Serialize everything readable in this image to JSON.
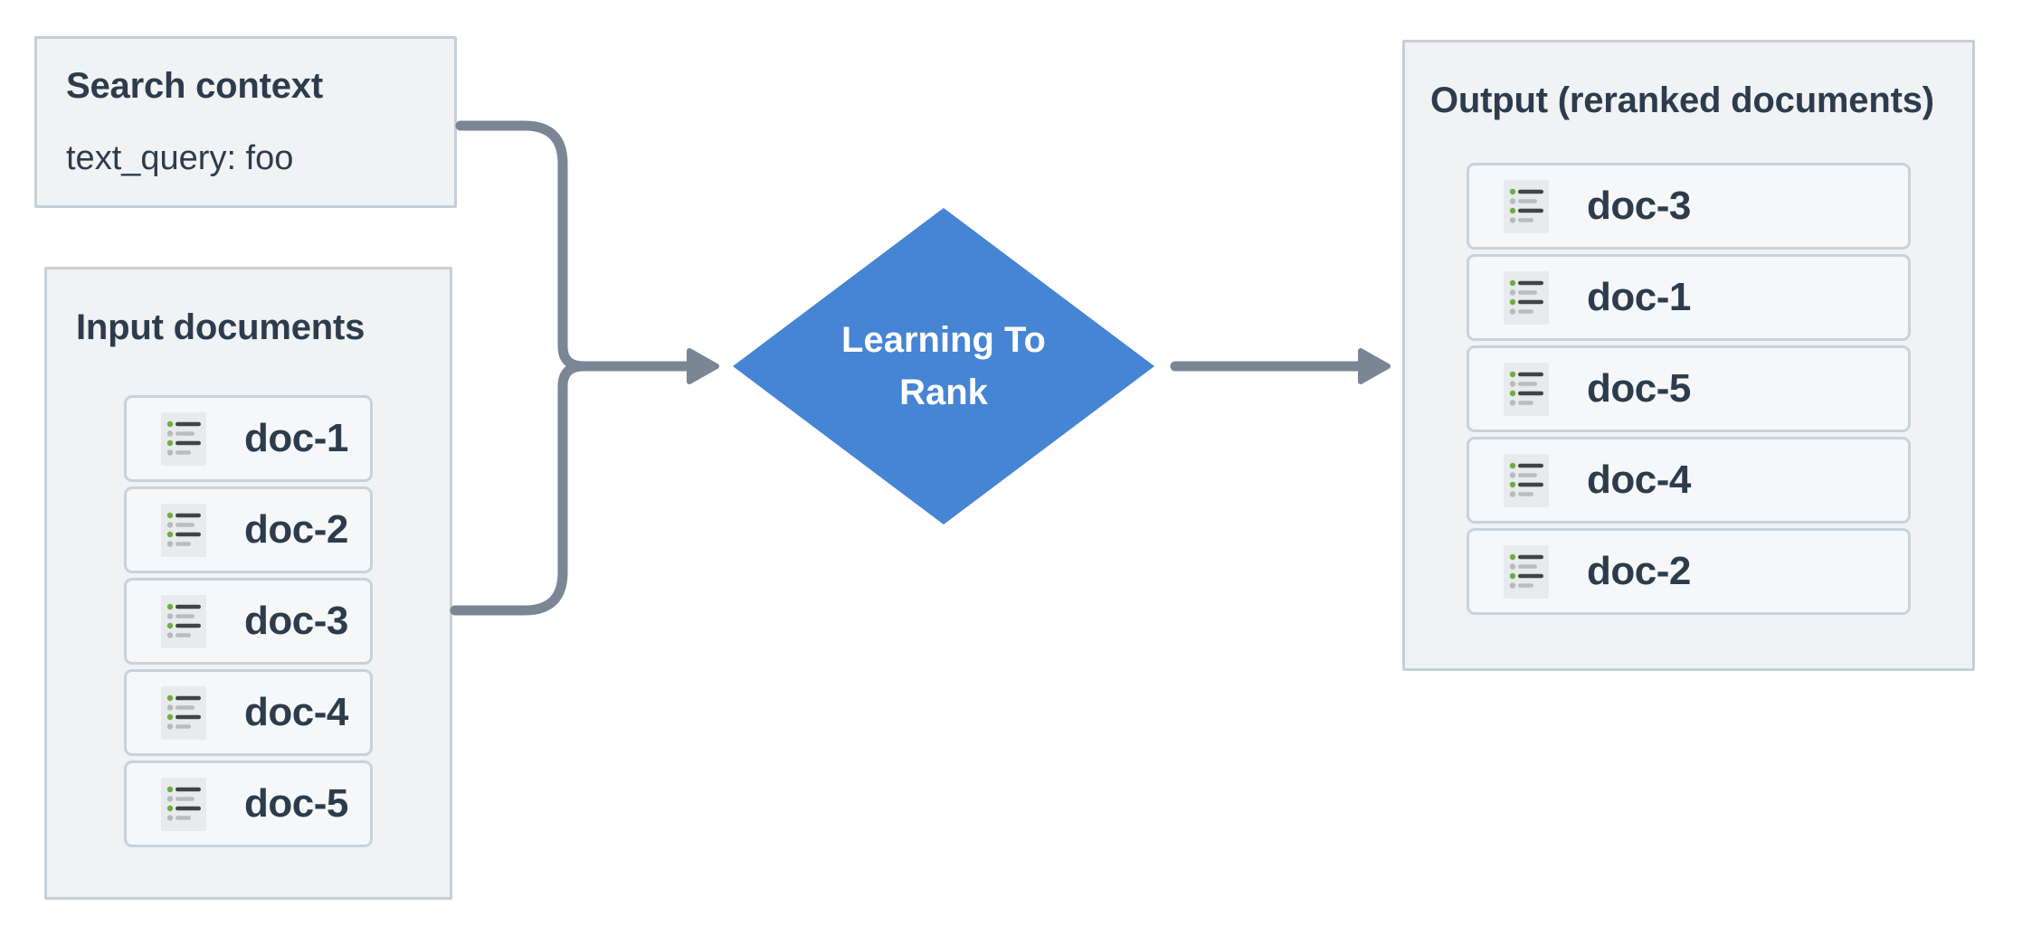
{
  "colors": {
    "page_bg": "#ffffff",
    "panel_bg": "#f0f2f4",
    "panel_border": "#c5cfd8",
    "item_bg": "#f5f7f9",
    "item_border": "#c8d2da",
    "text": "#2d3c4c",
    "diamond": "#4684d4",
    "diamond_text": "#ffffff",
    "arrow": "#7a8694",
    "icon_bg": "#e9eaeb",
    "icon_green": "#6cae43",
    "icon_dark": "#404447",
    "icon_gray": "#b6babd"
  },
  "search_panel": {
    "title": "Search context",
    "query": "text_query: foo"
  },
  "input_panel": {
    "title": "Input documents",
    "items": [
      "doc-1",
      "doc-2",
      "doc-3",
      "doc-4",
      "doc-5"
    ]
  },
  "process_node": {
    "label_line1": "Learning To",
    "label_line2": "Rank"
  },
  "output_panel": {
    "title": "Output (reranked documents)",
    "items": [
      "doc-3",
      "doc-1",
      "doc-5",
      "doc-4",
      "doc-2"
    ]
  },
  "icons": {
    "doc_icon": "list-icon",
    "arrowheads": "arrow-right-icon"
  }
}
